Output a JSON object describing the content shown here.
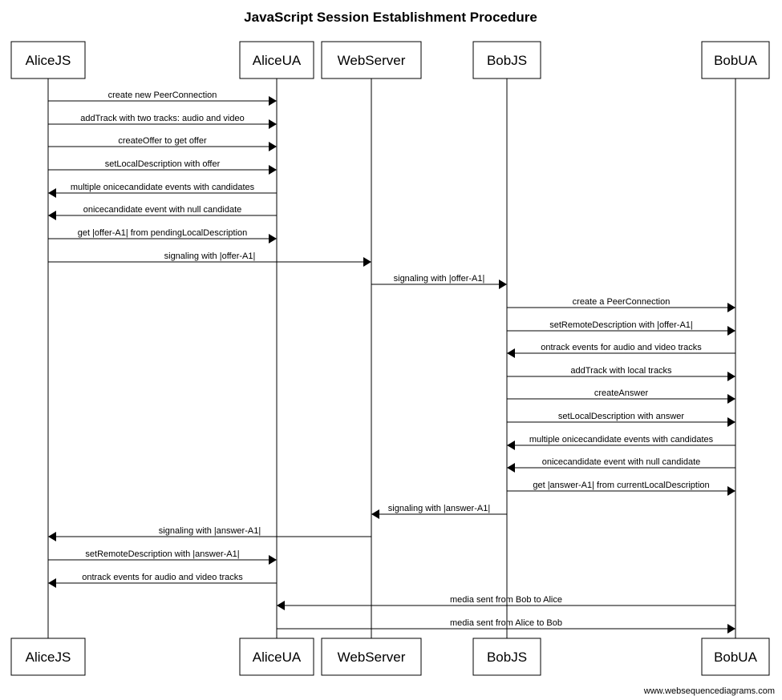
{
  "title": "JavaScript Session Establishment Procedure",
  "footer": "www.websequencediagrams.com",
  "participants": [
    {
      "id": "AliceJS",
      "label": "AliceJS"
    },
    {
      "id": "AliceUA",
      "label": "AliceUA"
    },
    {
      "id": "WebServer",
      "label": "WebServer"
    },
    {
      "id": "BobJS",
      "label": "BobJS"
    },
    {
      "id": "BobUA",
      "label": "BobUA"
    }
  ],
  "messages": [
    {
      "from": "AliceJS",
      "to": "AliceUA",
      "label": "create new PeerConnection"
    },
    {
      "from": "AliceJS",
      "to": "AliceUA",
      "label": "addTrack with two tracks: audio and video"
    },
    {
      "from": "AliceJS",
      "to": "AliceUA",
      "label": "createOffer to get offer"
    },
    {
      "from": "AliceJS",
      "to": "AliceUA",
      "label": "setLocalDescription with offer"
    },
    {
      "from": "AliceUA",
      "to": "AliceJS",
      "label": "multiple onicecandidate events with candidates"
    },
    {
      "from": "AliceUA",
      "to": "AliceJS",
      "label": "onicecandidate event with null candidate"
    },
    {
      "from": "AliceJS",
      "to": "AliceUA",
      "label": "get |offer-A1| from pendingLocalDescription"
    },
    {
      "from": "AliceJS",
      "to": "WebServer",
      "label": "signaling with |offer-A1|"
    },
    {
      "from": "WebServer",
      "to": "BobJS",
      "label": "signaling with |offer-A1|"
    },
    {
      "from": "BobJS",
      "to": "BobUA",
      "label": "create a PeerConnection"
    },
    {
      "from": "BobJS",
      "to": "BobUA",
      "label": "setRemoteDescription with |offer-A1|"
    },
    {
      "from": "BobUA",
      "to": "BobJS",
      "label": "ontrack events for audio and video tracks"
    },
    {
      "from": "BobJS",
      "to": "BobUA",
      "label": "addTrack with local tracks"
    },
    {
      "from": "BobJS",
      "to": "BobUA",
      "label": "createAnswer"
    },
    {
      "from": "BobJS",
      "to": "BobUA",
      "label": "setLocalDescription with answer"
    },
    {
      "from": "BobUA",
      "to": "BobJS",
      "label": "multiple onicecandidate events with candidates"
    },
    {
      "from": "BobUA",
      "to": "BobJS",
      "label": "onicecandidate event with null candidate"
    },
    {
      "from": "BobJS",
      "to": "BobUA",
      "label": "get |answer-A1| from currentLocalDescription"
    },
    {
      "from": "BobJS",
      "to": "WebServer",
      "label": "signaling with |answer-A1|"
    },
    {
      "from": "WebServer",
      "to": "AliceJS",
      "label": "signaling with |answer-A1|"
    },
    {
      "from": "AliceJS",
      "to": "AliceUA",
      "label": "setRemoteDescription with |answer-A1|"
    },
    {
      "from": "AliceUA",
      "to": "AliceJS",
      "label": "ontrack events for audio and video tracks"
    },
    {
      "from": "BobUA",
      "to": "AliceUA",
      "label": "media sent from Bob to Alice"
    },
    {
      "from": "AliceUA",
      "to": "BobUA",
      "label": "media sent from Alice to Bob"
    }
  ]
}
